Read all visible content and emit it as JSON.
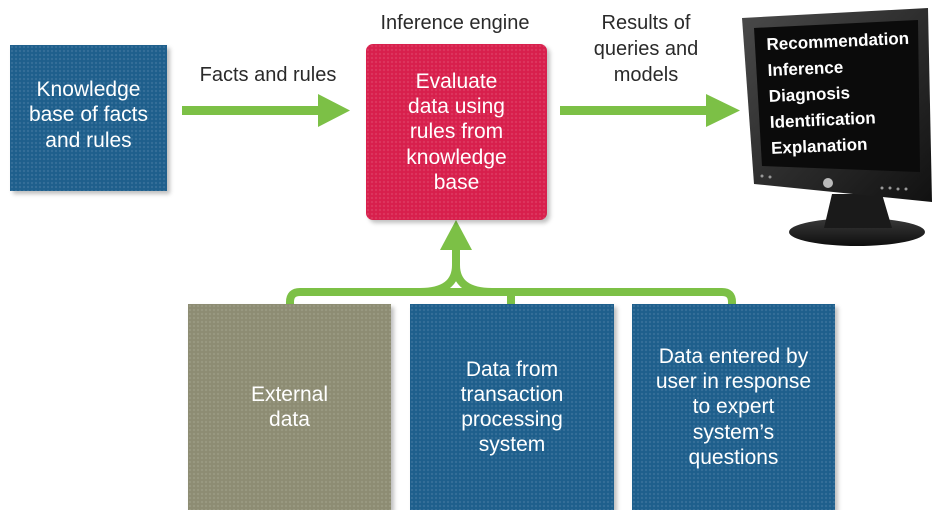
{
  "knowledge_base": {
    "text": "Knowledge\nbase of facts\nand rules"
  },
  "arrow_labels": {
    "facts_and_rules": "Facts and rules",
    "inference_engine": "Inference engine",
    "results": "Results of\nqueries and\nmodels"
  },
  "inference_box": {
    "text": "Evaluate\ndata using\nrules from\nknowledge\nbase"
  },
  "monitor": {
    "items": [
      "Recommendation",
      "Inference",
      "Diagnosis",
      "Identification",
      "Explanation"
    ]
  },
  "inputs": {
    "external": "External\ndata",
    "tps": "Data from\ntransaction\nprocessing\nsystem",
    "user": "Data entered by\nuser in response\nto expert\nsystem’s\nquestions"
  },
  "colors": {
    "blue": "#1e5f8c",
    "red": "#d81f4c",
    "tan": "#8d8c73",
    "arrow_green": "#7cc046",
    "screen": "#0b0b0b"
  }
}
